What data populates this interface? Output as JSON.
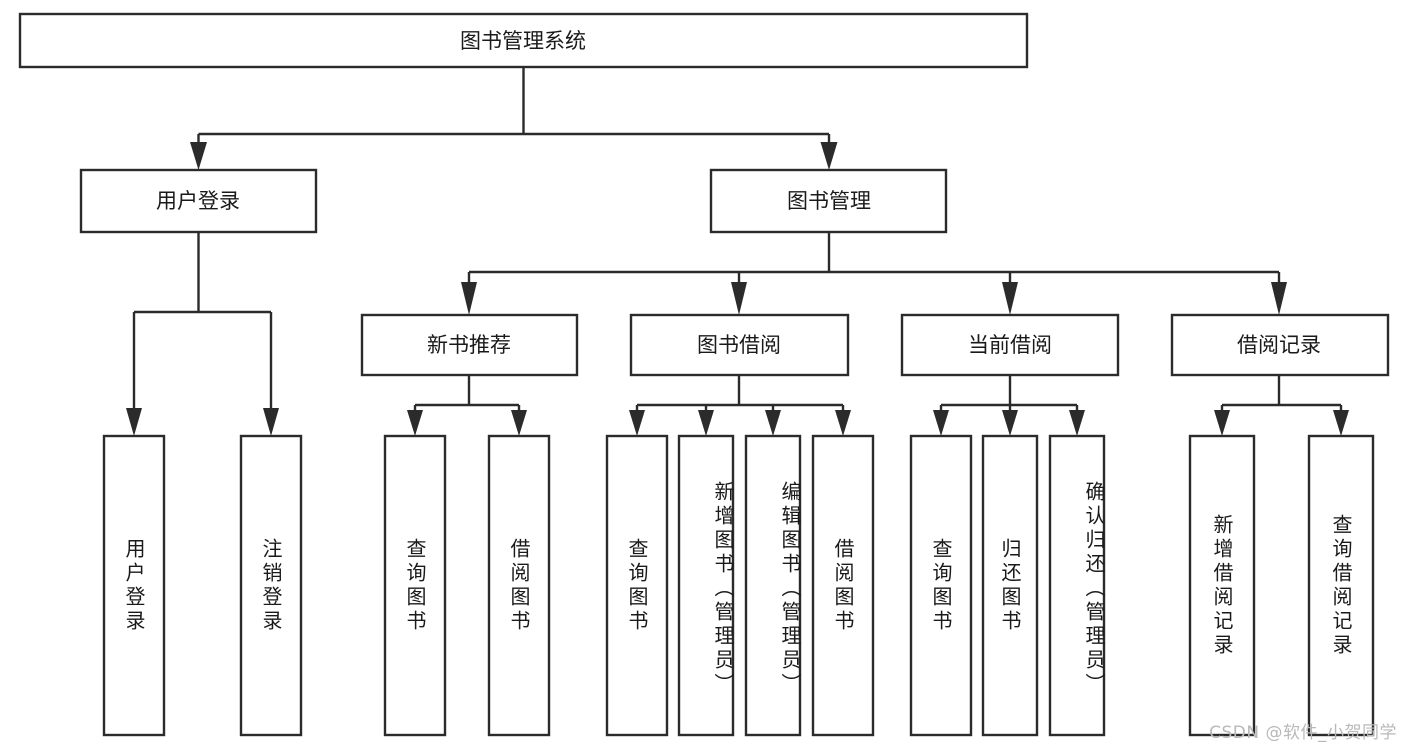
{
  "diagram": {
    "title": "图书管理系统",
    "type": "tree-hierarchy",
    "watermark": "CSDN @软件_小贺同学",
    "colors": {
      "stroke": "#2b2b2b",
      "box_fill": "#ffffff",
      "text": "#1a1a1a",
      "background": "#ffffff",
      "watermark": "#b9b9b9"
    },
    "root": {
      "label": "图书管理系统"
    },
    "level2": [
      {
        "label": "用户登录"
      },
      {
        "label": "图书管理"
      }
    ],
    "level3": [
      {
        "label": "新书推荐"
      },
      {
        "label": "图书借阅"
      },
      {
        "label": "当前借阅"
      },
      {
        "label": "借阅记录"
      }
    ],
    "leaves": [
      {
        "label": "用户登录",
        "parent": "用户登录"
      },
      {
        "label": "注销登录",
        "parent": "用户登录"
      },
      {
        "label": "查询图书",
        "parent": "新书推荐"
      },
      {
        "label": "借阅图书",
        "parent": "新书推荐"
      },
      {
        "label": "查询图书",
        "parent": "图书借阅"
      },
      {
        "label": "新增图书（管理员）",
        "parent": "图书借阅"
      },
      {
        "label": "编辑图书（管理员）",
        "parent": "图书借阅"
      },
      {
        "label": "借阅图书",
        "parent": "图书借阅"
      },
      {
        "label": "查询图书",
        "parent": "当前借阅"
      },
      {
        "label": "归还图书",
        "parent": "当前借阅"
      },
      {
        "label": "确认归还（管理员）",
        "parent": "当前借阅"
      },
      {
        "label": "新增借阅记录",
        "parent": "借阅记录"
      },
      {
        "label": "查询借阅记录",
        "parent": "借阅记录"
      }
    ]
  }
}
